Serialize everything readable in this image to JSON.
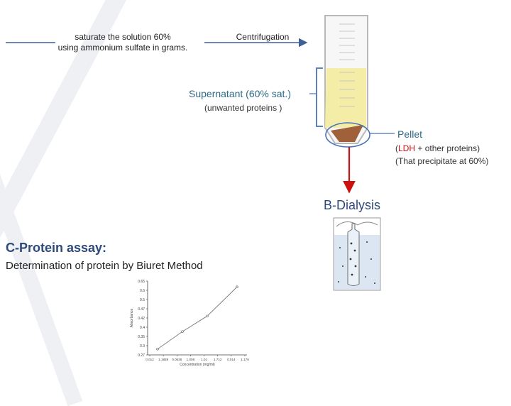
{
  "steps": {
    "saturate_line1": "saturate the solution 60%",
    "saturate_line2": "using ammonium sulfate in grams.",
    "centrifugation": "Centrifugation"
  },
  "supernatant": {
    "prefix": "Supernatant (",
    "percent": "60",
    "suffix": "% sat.)",
    "note": "(unwanted proteins )"
  },
  "pellet": {
    "label": "Pellet",
    "line1_open": "(",
    "line1_ldh": "LDH",
    "line1_rest": " + other proteins)",
    "line2": "(That precipitate at 60%)"
  },
  "dialysis": {
    "title": "B-Dialysis"
  },
  "protein_assay": {
    "heading": "C-Protein assay:",
    "subheading": "Determination of protein by Biuret Method"
  },
  "chart_data": {
    "type": "line",
    "xlabel": "Concentration (mg/ml)",
    "ylabel": "Absorbance",
    "x_ticks": [
      "0.012",
      "1.1888",
      "0.0636",
      "1.008",
      "1.01",
      "1.712",
      "0.014",
      "1.176"
    ],
    "y_ticks": [
      "0.27",
      "0.3",
      "0.35",
      "0.4",
      "0.42",
      "0.47",
      "0.5",
      "0.6",
      "0.65"
    ],
    "series": [
      {
        "x": [
          0.1,
          0.35,
          0.6,
          0.9
        ],
        "y": [
          0.3,
          0.39,
          0.47,
          0.62
        ]
      }
    ],
    "xlim": [
      0,
      1
    ],
    "ylim": [
      0.27,
      0.65
    ],
    "grid": false
  },
  "colors": {
    "arrow_blue": "#3f5f99",
    "arrow_red": "#cc1111",
    "bracket_blue": "#4a72b8",
    "supernatant_fill": "#f3eda8",
    "pellet_fill": "#a0603a",
    "heading": "#2e4a7a"
  }
}
